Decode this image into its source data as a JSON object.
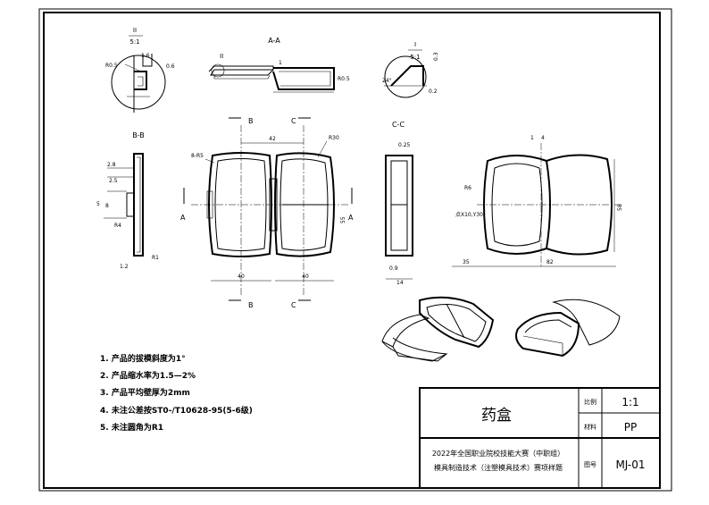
{
  "drawing": {
    "part_name": "药盒",
    "scale_label": "比例",
    "scale_value": "1:1",
    "material_label": "材料",
    "material_value": "PP",
    "drawing_no_label": "图号",
    "drawing_no_value": "MJ-01",
    "competition_line1": "2022年全国职业院校技能大赛（中职组）",
    "competition_line2": "模具制造技术（注塑模具技术）赛项样题"
  },
  "notes": [
    "1. 产品的拔模斜度为1°",
    "2. 产品缩水率为1.5—2%",
    "3. 产品平均壁厚为2mm",
    "4. 未注公差按ST0-/T10628-95(5-6级)",
    "5. 未注圆角为R1"
  ],
  "views": {
    "section_aa": "A-A",
    "section_bb": "B-B",
    "section_cc": "C-C",
    "detail_ii": "II",
    "detail_i": "I",
    "detail_scale": "5:1",
    "roman_ii": "II",
    "roman_i": "I"
  },
  "cut_labels": {
    "a": "A",
    "b": "B",
    "c": "C"
  },
  "dims": {
    "w42": "42",
    "r30": "R30",
    "r5": "8-R5",
    "w40_left": "40",
    "w40_right": "40",
    "h55": "55",
    "d025": "0.25",
    "d09": "0.9",
    "d14": "14",
    "d28": "2.8",
    "d25": "2.5",
    "d8": "8",
    "d5": "5",
    "r4": "R4",
    "r1": "R1",
    "d12": "1.2",
    "d16": "1.6",
    "d06": "0.6",
    "r05a": "R0.5",
    "r05b": "R0.5",
    "d1": "1",
    "d03": "0.3",
    "d02": "0.2",
    "a24": "24°",
    "d4": "4",
    "d1b": "1",
    "r6": "R6",
    "pt": "点X10,Y30",
    "d58": "58",
    "d35": "35",
    "d82": "82"
  }
}
